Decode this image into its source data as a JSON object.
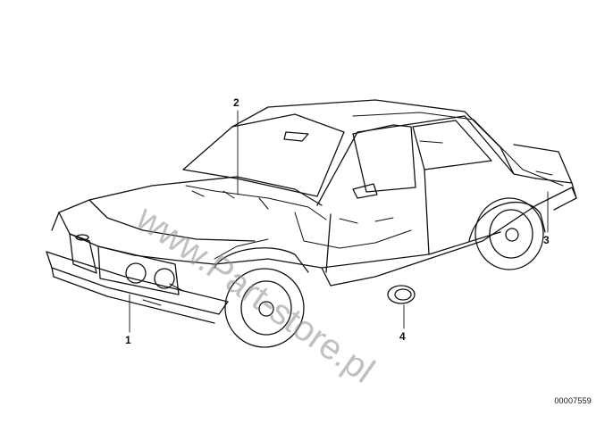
{
  "diagram": {
    "callouts": [
      {
        "id": "1",
        "label": "1"
      },
      {
        "id": "2",
        "label": "2"
      },
      {
        "id": "3",
        "label": "3"
      },
      {
        "id": "4",
        "label": "4"
      }
    ],
    "doc_number": "00007559",
    "watermark": "www.Part-store.pl"
  },
  "colors": {
    "line": "#111111",
    "background": "#ffffff",
    "watermark": "#8c8c8c"
  }
}
